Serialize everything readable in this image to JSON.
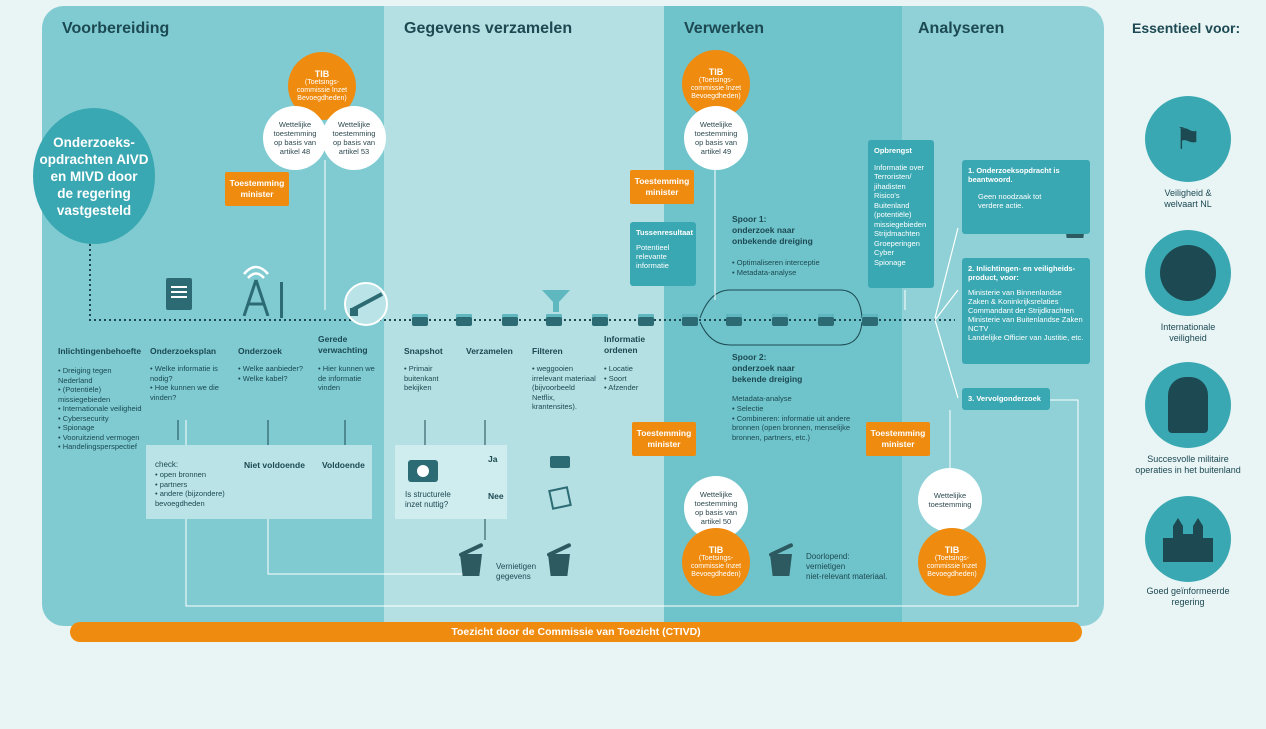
{
  "sections": {
    "prep": "Voorbereiding",
    "collect": "Gegevens verzamelen",
    "process": "Verwerken",
    "analyse": "Analyseren",
    "essential": "Essentieel voor:"
  },
  "start_circle": "Onderzoeks-\nopdrachten AIVD\nen MIVD door\nde regering\nvastgesteld",
  "tib": {
    "title": "TIB",
    "text": "(Toetsings-\ncommissie Inzet\nBevoegdheden)"
  },
  "wett": {
    "a48": "Wettelijke\ntoestemming\nop basis van\nartikel 48",
    "a53": "Wettelijke\ntoestemming\nop basis van\nartikel 53",
    "a49": "Wettelijke\ntoestemming\nop basis van\nartikel 49",
    "a50": "Wettelijke\ntoestemming\nop basis van\nartikel 50",
    "plain": "Wettelijke\ntoestemming"
  },
  "toestemming": "Toestemming\nminister",
  "steps": {
    "inl": {
      "title": "Inlichtingenbehoefte",
      "items": [
        "Dreiging tegen Nederland",
        "(Potentiële) missiegebieden",
        "Internationale veiligheid",
        "Cybersecurity",
        "Spionage",
        "Vooruitziend vermogen",
        "Handelingsperspectief"
      ]
    },
    "plan": {
      "title": "Onderzoeksplan",
      "items": [
        "Welke informatie is nodig?",
        "Hoe kunnen we die vinden?"
      ]
    },
    "ond": {
      "title": "Onderzoek",
      "items": [
        "Welke aanbieder?",
        "Welke kabel?"
      ]
    },
    "ger": {
      "title": "Gerede\nverwachting",
      "items": [
        "Hier kunnen we de informatie vinden"
      ]
    },
    "snap": {
      "title": "Snapshot",
      "items": [
        "Primair buitenkant bekijken"
      ]
    },
    "verz": {
      "title": "Verzamelen"
    },
    "filt": {
      "title": "Filteren",
      "items": [
        "weggooien irrelevant materiaal (bijvoorbeeld Netflix, krantensites)."
      ]
    },
    "info": {
      "title": "Informatie\nordenen",
      "items": [
        "Locatie",
        "Soort",
        "Afzender"
      ]
    }
  },
  "check": {
    "title": "check:",
    "items": [
      "open bronnen",
      "partners",
      "andere (bijzondere) bevoegdheden"
    ],
    "nv": "Niet voldoende",
    "v": "Voldoende"
  },
  "struct": {
    "q": "Is structurele\ninzet nuttig?",
    "ja": "Ja",
    "nee": "Nee"
  },
  "vernietigen": "Vernietigen\ngegevens",
  "doorlopend": "Doorlopend:\nvernietigen\nniet-relevant materiaal.",
  "tussen": {
    "title": "Tussenresultaat",
    "text": "Potentieel\nrelevante\ninformatie"
  },
  "spoor1": {
    "title": "Spoor 1:\nonderzoek naar\nonbekende dreiging",
    "items": [
      "Optimaliseren interceptie",
      "Metadata-analyse"
    ]
  },
  "spoor2": {
    "title": "Spoor 2:\nonderzoek naar\nbekende dreiging",
    "intro": "Metadata-analyse",
    "items": [
      "Selectie",
      "Combineren: informatie uit andere bronnen (open bronnen, menselijke bronnen, partners, etc.)"
    ]
  },
  "opbrengst": {
    "title": "Opbrengst",
    "intro": "Informatie over",
    "items": [
      "Terroristen/ jihadisten",
      "Risico's",
      "Buitenland",
      "(potentiële) missiegebieden",
      "Strijdmachten",
      "Groeperingen",
      "Cyber",
      "Spionage"
    ]
  },
  "results": {
    "r1": {
      "title": "1. Onderzoeksopdracht is\nbeantwoord.",
      "text": "Geen noodzaak tot\nverdere actie."
    },
    "r2": {
      "title": "2. Inlichtingen- en veiligheids-\nproduct, voor:",
      "items": [
        "Ministerie van Binnenlandse Zaken & Koninkrijksrelaties",
        "Commandant der Strijdkrachten",
        "Ministerie van Buitenlandse Zaken",
        "NCTV",
        "Landelijke Officier van Justitie, etc."
      ]
    },
    "r3": {
      "title": "3. Vervolgonderzoek"
    }
  },
  "essential": [
    {
      "label": "Veiligheid &\nwelvaart NL",
      "icon": "flags-map-icon"
    },
    {
      "label": "Internationale\nveiligheid",
      "icon": "globe-icon"
    },
    {
      "label": "Succesvolle militaire\noperaties in het buitenland",
      "icon": "soldier-icon"
    },
    {
      "label": "Goed geïnformeerde\nregering",
      "icon": "parliament-building-icon"
    }
  ],
  "footer": "Toezicht door de Commissie van Toezicht (CTIVD)",
  "colors": {
    "orange": "#ef8b0f",
    "teal": "#3aa8b2",
    "light": "#8fd1d6",
    "dark": "#1c4952"
  }
}
